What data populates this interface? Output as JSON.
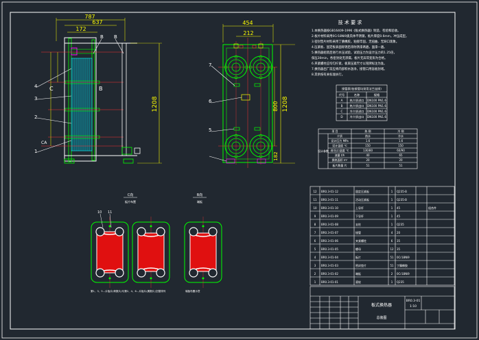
{
  "colors": {
    "background": "#212830",
    "frame": "#ffffff",
    "dimension": "#ffff00",
    "outline": "#00ff00",
    "section": "#00ffff",
    "center_line": "#ff3333",
    "plate_fill": "#e01010",
    "nozzle": "#ff00ff"
  },
  "front_view": {
    "dim_overall_width": "787",
    "dim_inner_width": "637",
    "dim_nozzle_pitch": "172",
    "dim_height": "1208",
    "label_c": "C",
    "label_b": "B",
    "label_ca": "CA",
    "callouts": [
      "B",
      "B",
      "4",
      "3",
      "2",
      "1"
    ]
  },
  "side_view": {
    "dim_width": "454",
    "dim_port_pitch": "212",
    "dim_height": "1208",
    "dim_port_center": "800",
    "dim_bottom": "182",
    "callouts": [
      "7",
      "6",
      "5"
    ]
  },
  "technical_requirements": {
    "title": "技 术 要 求",
    "lines": [
      "1.本换热器按GB16409-1996《板式换热器》制造、检验和验收。",
      "2.板片材料采用0Cr18Ni9奥氏体不锈钢，板片厚度0.6mm，冲压成型。",
      "3.密封垫片材料采用丁腈橡胶，粘接牢固，无扭曲、无缺口现象。",
      "4.压紧板、固定板表面除锈后涂防锈漆两遍，面漆一遍。",
      "5.换热器组装后进行水压试验，试验压力为设计压力的1.25倍，",
      "  保压30min，各密封处无渗漏，板片无异常变形为合格。",
      "6.夹紧螺柱应均匀拧紧，板束压紧尺寸以铭牌标注为准。",
      "7.换热器出厂前应将内部积水放净，接管口用盲板封堵。",
      "8.其余按有关标准执行。"
    ]
  },
  "nozzle_table": {
    "header": "接管表(各接管均采用法兰连接)",
    "columns": [
      "代号",
      "名称",
      "规格"
    ],
    "rows": [
      [
        "A",
        "热介质进口",
        "DN100 PN1.6"
      ],
      [
        "B",
        "热介质出口",
        "DN100 PN1.6"
      ],
      [
        "C",
        "冷介质进口",
        "DN100 PN1.6"
      ],
      [
        "D",
        "冷介质出口",
        "DN100 PN1.6"
      ]
    ]
  },
  "design_table": {
    "columns": [
      "项 目",
      "热 侧",
      "冷 侧"
    ],
    "group_label": "设计参数",
    "rows": [
      [
        "介质",
        "热水",
        "冷水"
      ],
      [
        "设计压力 MPa",
        "1.6",
        "1.6"
      ],
      [
        "设计温度 ℃",
        "150",
        "150"
      ],
      [
        "进/出口温度 ℃",
        "130/80",
        "60/90"
      ],
      [
        "流量 t/h",
        "40",
        "65"
      ],
      [
        "换热面积 m²",
        "20",
        "20"
      ],
      [
        "板片数量 片",
        "51",
        "51"
      ]
    ]
  },
  "parts_list": {
    "rows": [
      [
        "12",
        "BR0.3-01-12",
        "固定压紧板",
        "1",
        "Q235-B",
        "",
        ""
      ],
      [
        "11",
        "BR0.3-01-11",
        "活动压紧板",
        "1",
        "Q235-B",
        "",
        ""
      ],
      [
        "10",
        "BR0.3-01-10",
        "上导杆",
        "1",
        "45",
        "",
        "组合件"
      ],
      [
        "9",
        "BR0.3-01-09",
        "下导杆",
        "1",
        "45",
        "",
        ""
      ],
      [
        "8",
        "BR0.3-01-08",
        "支柱",
        "1",
        "Q235",
        "",
        ""
      ],
      [
        "7",
        "BR0.3-01-07",
        "接管",
        "4",
        "20",
        "",
        ""
      ],
      [
        "6",
        "BR0.3-01-06",
        "夹紧螺柱",
        "6",
        "35",
        "",
        ""
      ],
      [
        "5",
        "BR0.3-01-05",
        "螺母",
        "12",
        "35",
        "",
        ""
      ],
      [
        "4",
        "BR0.3-01-04",
        "板片",
        "51",
        "0Cr18Ni9",
        "",
        ""
      ],
      [
        "3",
        "BR0.3-01-03",
        "密封垫片",
        "51",
        "丁腈橡胶",
        "",
        ""
      ],
      [
        "2",
        "BR0.3-01-02",
        "端板",
        "2",
        "0Cr18Ni9",
        "",
        ""
      ],
      [
        "1",
        "BR0.3-01-01",
        "滚轮",
        "1",
        "Q235",
        "",
        ""
      ]
    ]
  },
  "title_block": {
    "name": "板式换热器",
    "drawing_no": "BR0.3-01",
    "scale": "1:10",
    "school": "总装图"
  },
  "plates": {
    "section_c_title": "C向",
    "section_c_sub": "板片布置",
    "section_b_title": "B向",
    "section_b_sub": "端板",
    "caption_left": "第1、3、5…片板片(奇数片)与第2、4、6…片板片(偶数片)交替排列",
    "caption_right": "端板布置示意",
    "callouts": [
      "10",
      "11"
    ]
  }
}
